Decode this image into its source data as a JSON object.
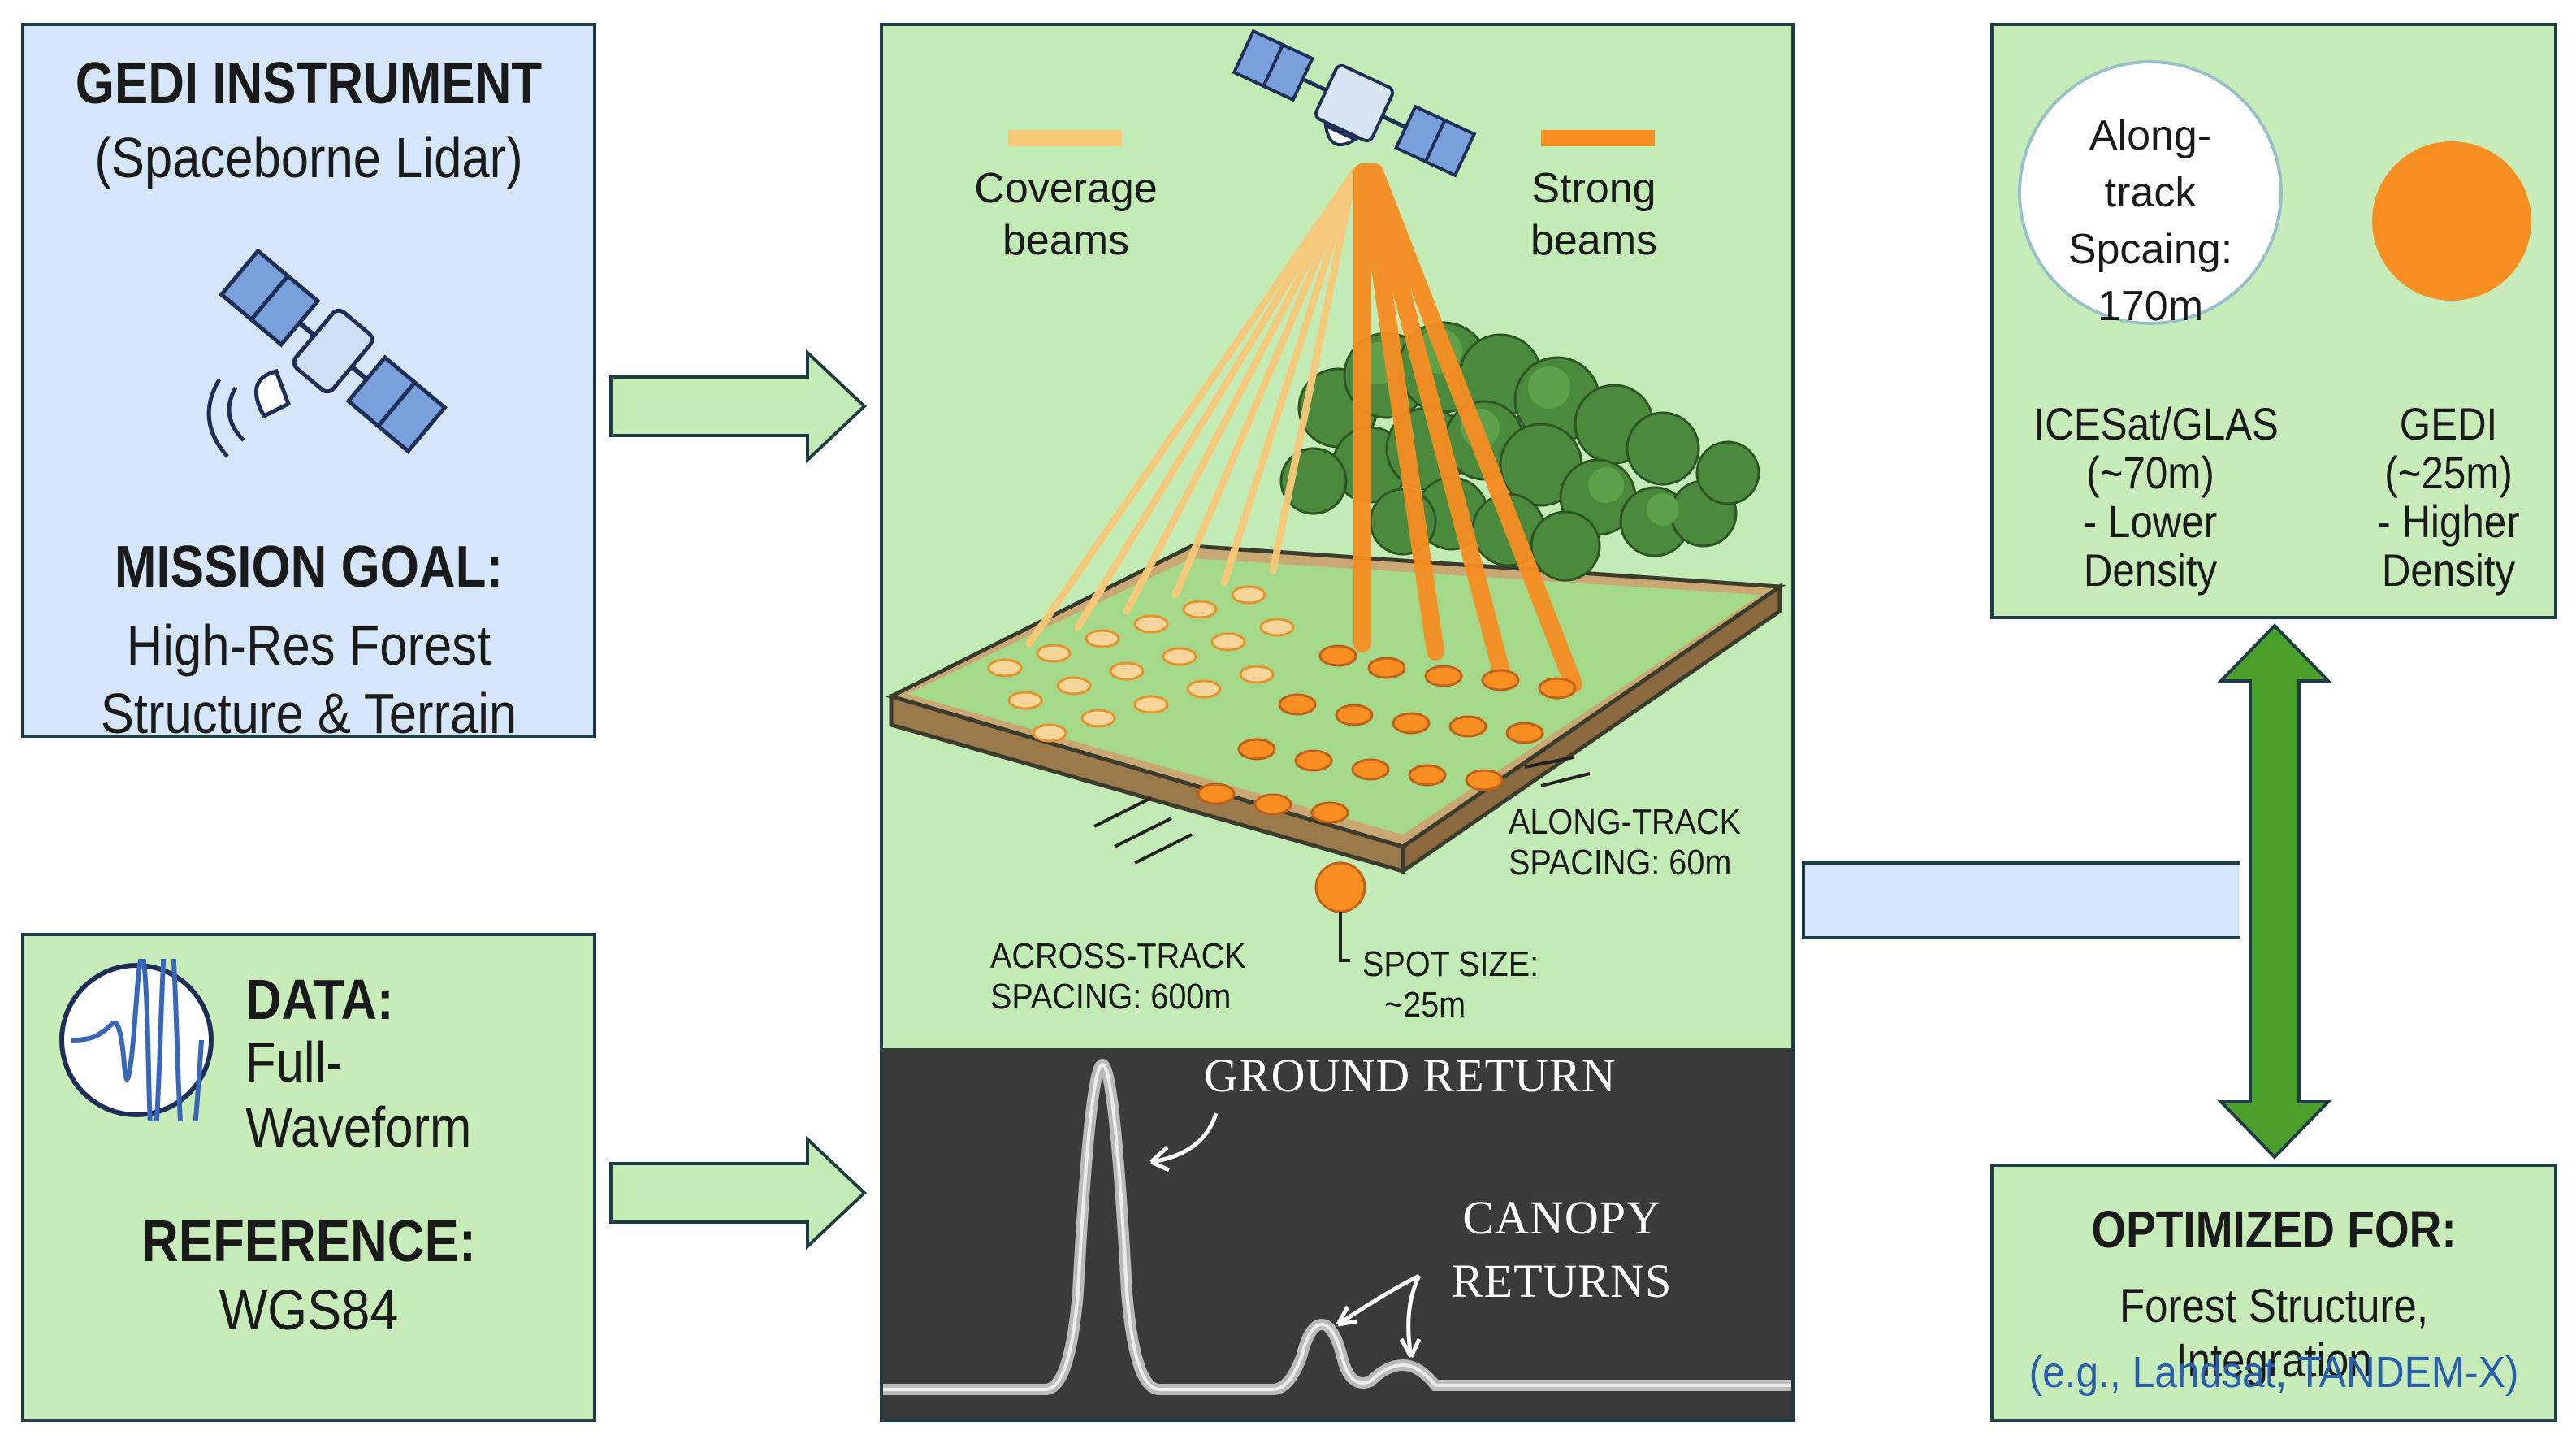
{
  "instrument": {
    "title": "GEDI INSTRUMENT",
    "subtitle": "(Spaceborne Lidar)",
    "goal_label": "MISSION GOAL:",
    "goal_line1": "High-Res Forest",
    "goal_line2": "Structure & Terrain"
  },
  "data_box": {
    "data_label": "DATA:",
    "data_value": "Full-Waveform",
    "reference_label": "REFERENCE:",
    "reference_value": "WGS84"
  },
  "beams": {
    "coverage_line1": "Coverage",
    "coverage_line2": "beams",
    "strong_line1": "Strong",
    "strong_line2": "beams",
    "coverage_color": "#f9c97a",
    "strong_color": "#f78e22"
  },
  "annotations": {
    "along_line1": "ALONG-TRACK",
    "along_line2": "SPACING: 60m",
    "across_line1": "ACROSS-TRACK",
    "across_line2": "SPACING: 600m",
    "spot_line1": "SPOT SIZE:",
    "spot_line2": "~25m"
  },
  "waveform": {
    "ground_label": "GROUND RETURN",
    "canopy_line1": "CANOPY",
    "canopy_line2": "RETURNS"
  },
  "comparison": {
    "circle_line1": "Along-",
    "circle_line2": "track",
    "circle_line3": "Spcaing:",
    "circle_line4": "170m",
    "icesat_line1": "ICESat/GLAS",
    "icesat_line2": "(~70m)",
    "icesat_line3": "- Lower",
    "icesat_line4": "Density",
    "gedi_line1": "GEDI",
    "gedi_line2": "(~25m)",
    "gedi_line3": "- Higher",
    "gedi_line4": "Density"
  },
  "optimized": {
    "label": "OPTIMIZED FOR:",
    "value": "Forest Structure, Integration",
    "example": "(e.g., Landsat, TANDEM-X)"
  },
  "colors": {
    "blue_box": "#d6e6fa",
    "green_box": "#c8ecb9",
    "arrow_green": "#4a9e2a",
    "arrow_light": "#c3ebb5",
    "waveform_bg": "#3a3a3a"
  }
}
